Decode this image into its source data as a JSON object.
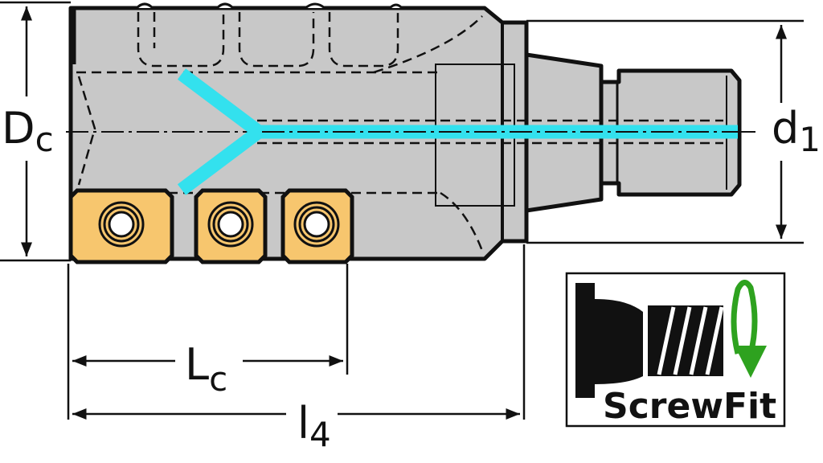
{
  "drawing": {
    "dims": {
      "dc": {
        "main": "D",
        "sub": "c"
      },
      "d1": {
        "main": "d",
        "sub": "1"
      },
      "lc": {
        "main": "L",
        "sub": "c"
      },
      "l4": {
        "main": "l",
        "sub": "4"
      }
    },
    "badge": {
      "text": "ScrewFit"
    },
    "colors": {
      "body": "#c8c8c8",
      "outline": "#111111",
      "coolant": "#33e1ee",
      "insert": "#f7c66e",
      "arrow": "#2ea21f"
    },
    "icons": [
      "screw-icon",
      "rotate-arrow-icon"
    ]
  }
}
